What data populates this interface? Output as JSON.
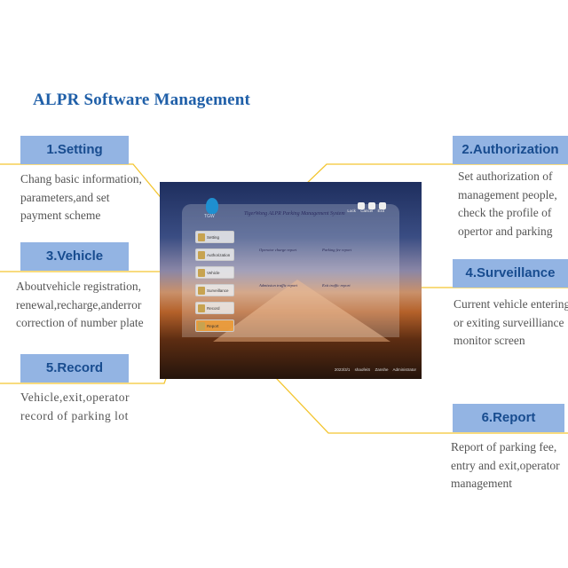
{
  "title": "ALPR Software Management",
  "colors": {
    "title": "#1f5fa8",
    "badge_bg": "#93b4e3",
    "badge_text": "#184c8f",
    "connector": "#f3c530",
    "desc_text": "#555555"
  },
  "sections": [
    {
      "label": "1.Setting",
      "desc": [
        "Chang basic information,",
        "parameters,and set",
        "payment scheme"
      ]
    },
    {
      "label": "2.Authorization",
      "desc": [
        "Set authorization of",
        "management people,",
        "check the profile of",
        "opertor and parking"
      ]
    },
    {
      "label": "3.Vehicle",
      "desc": [
        "Aboutvehicle registration,",
        "renewal,recharge,anderror",
        "correction of number plate"
      ]
    },
    {
      "label": "4.Surveillance",
      "desc": [
        "Current vehicle entering",
        "or exiting surveilliance",
        "monitor screen"
      ]
    },
    {
      "label": "5.Record",
      "desc": [
        "Vehicle,exit,operator",
        "record of parking lot"
      ]
    },
    {
      "label": "6.Report",
      "desc": [
        "Report of parking fee,",
        "entry and exit,operator",
        "management"
      ]
    }
  ],
  "screen": {
    "system_name": "TigerWong ALPR Parking Management System",
    "logo_text": "TGW",
    "top_labels": [
      "Lock",
      "Cancel",
      "Exit"
    ],
    "menu": [
      "Setting",
      "Authorization",
      "Vehicle",
      "Surveillance",
      "Record",
      "Report"
    ],
    "report_links": [
      "Operator charge report",
      "Parking fee report",
      "Admission traffic report",
      "Exit traffic report"
    ],
    "status_bar": [
      "2023/3/1",
      "shaofeiS",
      "Zanshe",
      "Administrator"
    ]
  }
}
